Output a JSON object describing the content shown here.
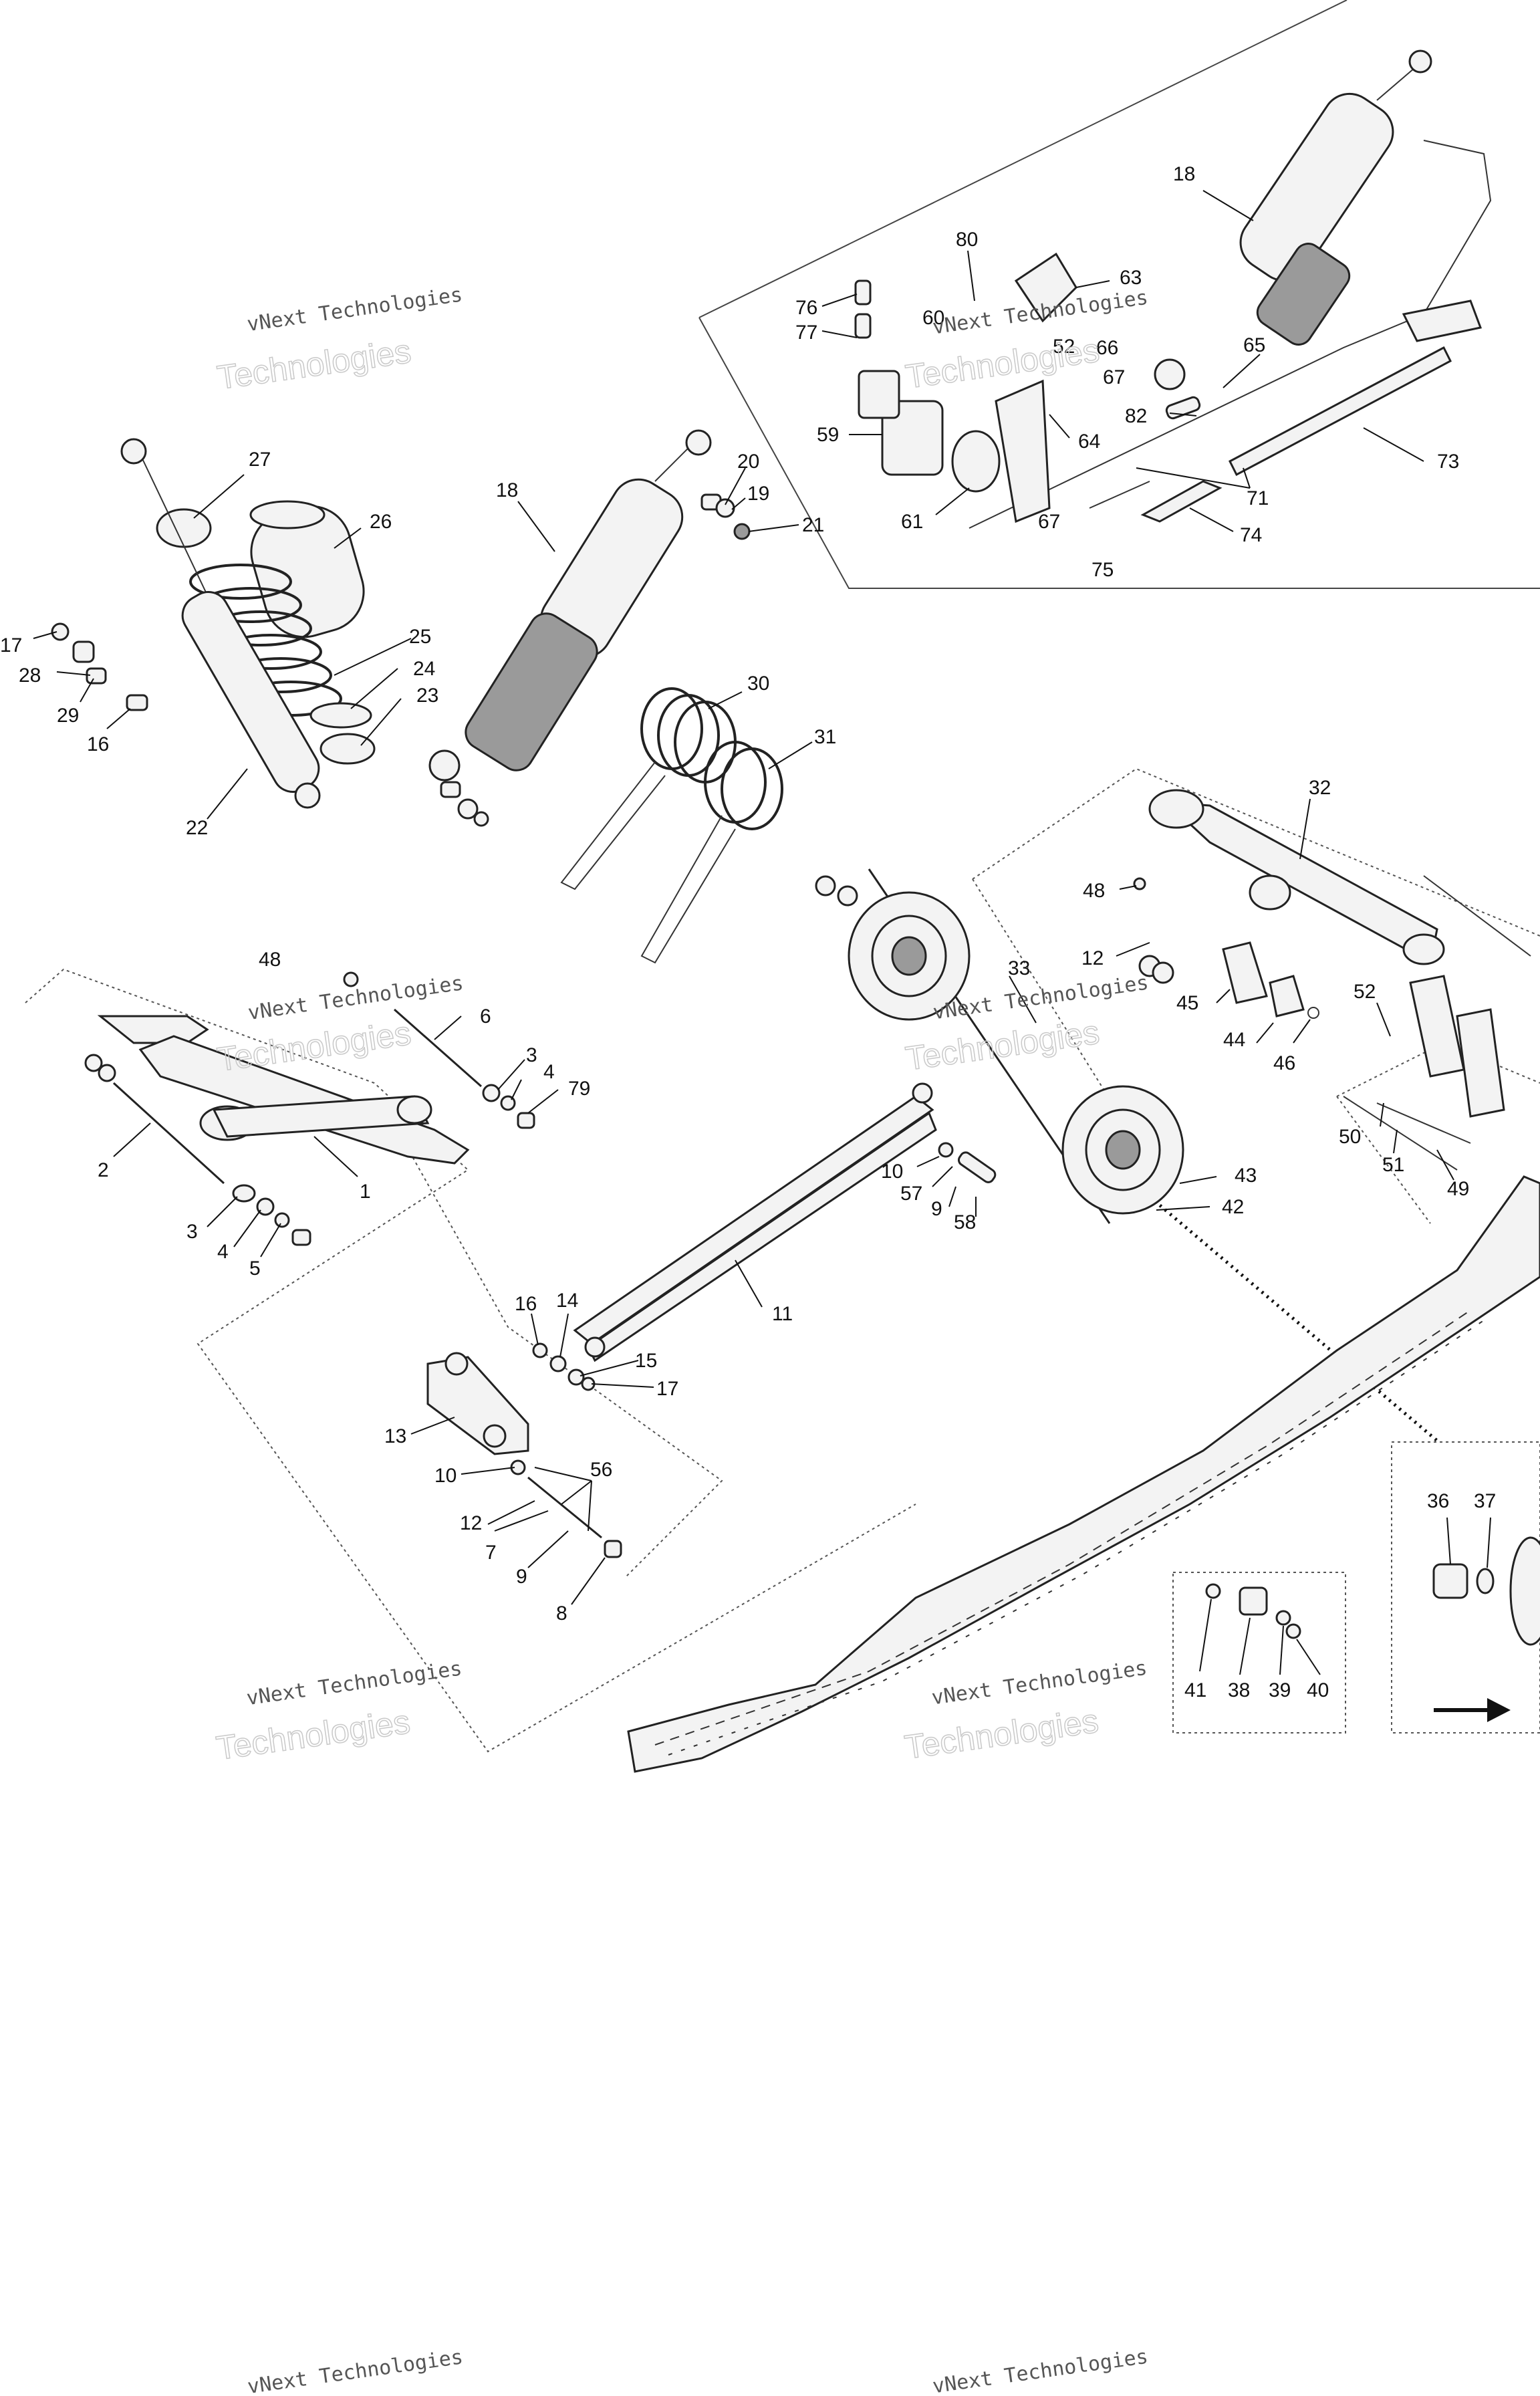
{
  "watermark": {
    "line1": "vNext Technologies",
    "line2": "Technologies"
  },
  "callouts": [
    {
      "id": "c18a",
      "text": "18"
    },
    {
      "id": "c80",
      "text": "80"
    },
    {
      "id": "c63",
      "text": "63"
    },
    {
      "id": "c76",
      "text": "76"
    },
    {
      "id": "c77",
      "text": "77"
    },
    {
      "id": "c60",
      "text": "60"
    },
    {
      "id": "c52a",
      "text": "52"
    },
    {
      "id": "c66",
      "text": "66"
    },
    {
      "id": "c67a",
      "text": "67"
    },
    {
      "id": "c65",
      "text": "65"
    },
    {
      "id": "c59",
      "text": "59"
    },
    {
      "id": "c82",
      "text": "82"
    },
    {
      "id": "c73",
      "text": "73"
    },
    {
      "id": "c64",
      "text": "64"
    },
    {
      "id": "c71",
      "text": "71"
    },
    {
      "id": "c61",
      "text": "61"
    },
    {
      "id": "c74",
      "text": "74"
    },
    {
      "id": "c67b",
      "text": "67"
    },
    {
      "id": "c75",
      "text": "75"
    },
    {
      "id": "c27",
      "text": "27"
    },
    {
      "id": "c26",
      "text": "26"
    },
    {
      "id": "c18b",
      "text": "18"
    },
    {
      "id": "c20",
      "text": "20"
    },
    {
      "id": "c19",
      "text": "19"
    },
    {
      "id": "c21",
      "text": "21"
    },
    {
      "id": "c17a",
      "text": "17"
    },
    {
      "id": "c28",
      "text": "28"
    },
    {
      "id": "c25",
      "text": "25"
    },
    {
      "id": "c24",
      "text": "24"
    },
    {
      "id": "c29",
      "text": "29"
    },
    {
      "id": "c23",
      "text": "23"
    },
    {
      "id": "c16a",
      "text": "16"
    },
    {
      "id": "c30",
      "text": "30"
    },
    {
      "id": "c31",
      "text": "31"
    },
    {
      "id": "c22",
      "text": "22"
    },
    {
      "id": "c32",
      "text": "32"
    },
    {
      "id": "c48a",
      "text": "48"
    },
    {
      "id": "c48b",
      "text": "48"
    },
    {
      "id": "c12a",
      "text": "12"
    },
    {
      "id": "c33",
      "text": "33"
    },
    {
      "id": "c45",
      "text": "45"
    },
    {
      "id": "c6",
      "text": "6"
    },
    {
      "id": "c44",
      "text": "44"
    },
    {
      "id": "c46",
      "text": "46"
    },
    {
      "id": "c52b",
      "text": "52"
    },
    {
      "id": "c3a",
      "text": "3"
    },
    {
      "id": "c4a",
      "text": "4"
    },
    {
      "id": "c79",
      "text": "79"
    },
    {
      "id": "c1",
      "text": "1"
    },
    {
      "id": "c2",
      "text": "2"
    },
    {
      "id": "c50",
      "text": "50"
    },
    {
      "id": "c51",
      "text": "51"
    },
    {
      "id": "c49",
      "text": "49"
    },
    {
      "id": "c10a",
      "text": "10"
    },
    {
      "id": "c57",
      "text": "57"
    },
    {
      "id": "c43",
      "text": "43"
    },
    {
      "id": "c9a",
      "text": "9"
    },
    {
      "id": "c58",
      "text": "58"
    },
    {
      "id": "c42",
      "text": "42"
    },
    {
      "id": "c3b",
      "text": "3"
    },
    {
      "id": "c4b",
      "text": "4"
    },
    {
      "id": "c5",
      "text": "5"
    },
    {
      "id": "c11",
      "text": "11"
    },
    {
      "id": "c16b",
      "text": "16"
    },
    {
      "id": "c14",
      "text": "14"
    },
    {
      "id": "c15",
      "text": "15"
    },
    {
      "id": "c17b",
      "text": "17"
    },
    {
      "id": "c13",
      "text": "13"
    },
    {
      "id": "c10b",
      "text": "10"
    },
    {
      "id": "c56",
      "text": "56"
    },
    {
      "id": "c12b",
      "text": "12"
    },
    {
      "id": "c7",
      "text": "7"
    },
    {
      "id": "c9b",
      "text": "9"
    },
    {
      "id": "c8",
      "text": "8"
    },
    {
      "id": "c36",
      "text": "36"
    },
    {
      "id": "c37",
      "text": "37"
    },
    {
      "id": "c41",
      "text": "41"
    },
    {
      "id": "c38",
      "text": "38"
    },
    {
      "id": "c39",
      "text": "39"
    },
    {
      "id": "c40",
      "text": "40"
    }
  ]
}
